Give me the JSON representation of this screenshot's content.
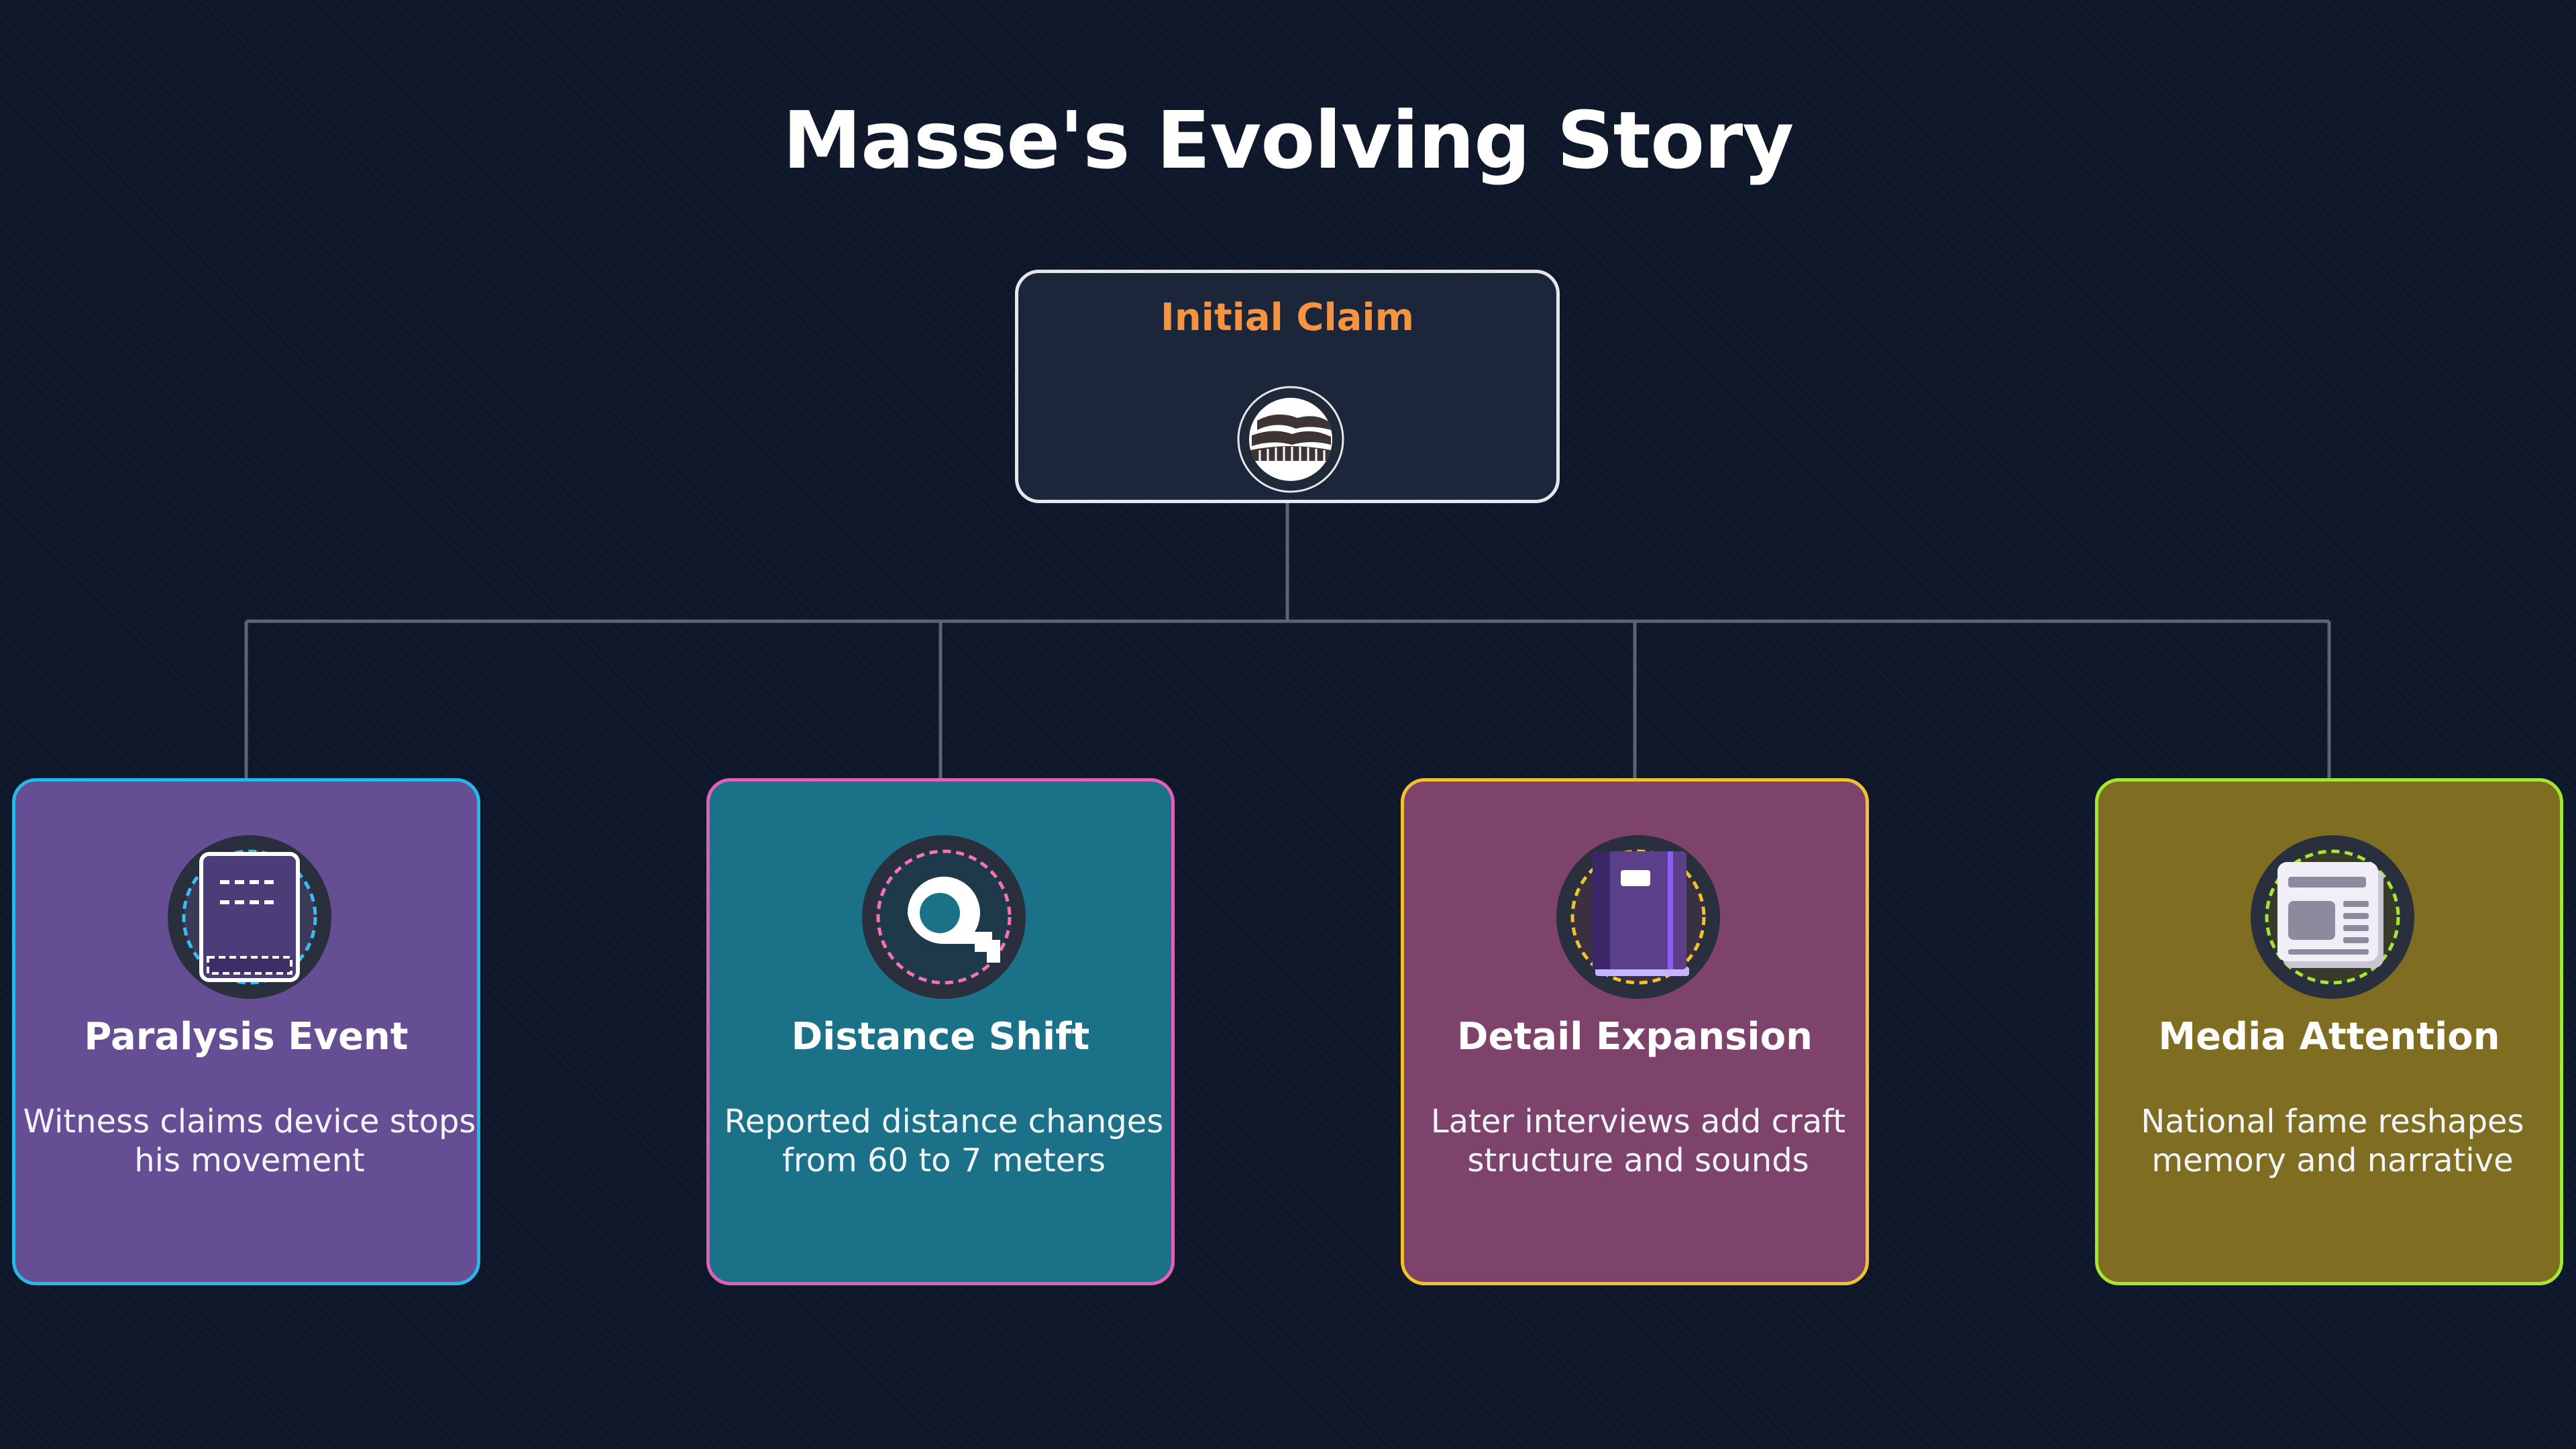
{
  "title": "Masse's Evolving Story",
  "root": {
    "label": "Initial Claim",
    "icon": "tiger-hunt-icon",
    "label_color": "#f59340"
  },
  "nodes": [
    {
      "label": "Paralysis Event",
      "description": "Witness claims device stops his movement",
      "icon": "document-icon",
      "fill": "#654e93",
      "border": "#29b6e8"
    },
    {
      "label": "Distance Shift",
      "description": "Reported distance changes from 60 to 7 meters",
      "icon": "tape-measure-icon",
      "fill": "#1b7188",
      "border": "#e062b8"
    },
    {
      "label": "Detail Expansion",
      "description": "Later interviews add craft structure and sounds",
      "icon": "notebook-icon",
      "fill": "#7d436b",
      "border": "#f2c12e"
    },
    {
      "label": "Media Attention",
      "description": "National fame reshapes memory and narrative",
      "icon": "newspaper-icon",
      "fill": "#7f6e22",
      "border": "#a3e635"
    }
  ]
}
